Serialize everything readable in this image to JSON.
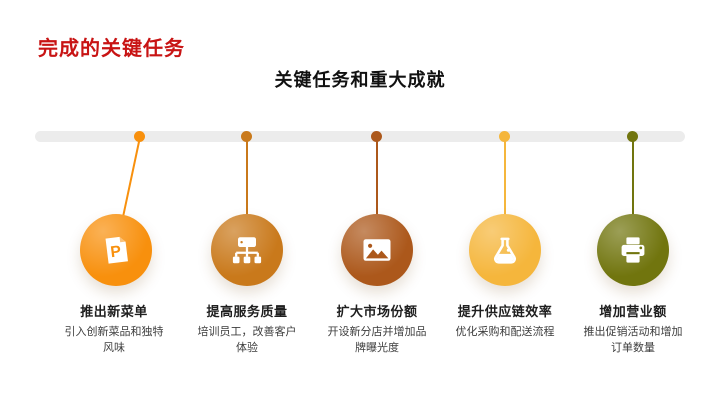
{
  "slide": {
    "title": "完成的关键任务",
    "title_color": "#C81414",
    "subtitle": "关键任务和重大成就",
    "background_color": "#FFFFFF",
    "timeline_color": "#ECECEC"
  },
  "milestones": [
    {
      "title": "推出新菜单",
      "description": "引入创新菜品和独特风味",
      "color": "#F8900D",
      "icon": "document-p-icon",
      "icon_letter": "P"
    },
    {
      "title": "提高服务质量",
      "description": "培训员工，改善客户体验",
      "color": "#C9791B",
      "icon": "sitemap-icon"
    },
    {
      "title": "扩大市场份额",
      "description": "开设新分店并增加品牌曝光度",
      "color": "#AC581B",
      "icon": "image-icon"
    },
    {
      "title": "提升供应链效率",
      "description": "优化采购和配送流程",
      "color": "#F5B63C",
      "icon": "flask-icon"
    },
    {
      "title": "增加营业额",
      "description": "推出促销活动和增加订单数量",
      "color": "#71750E",
      "icon": "printer-icon"
    }
  ]
}
